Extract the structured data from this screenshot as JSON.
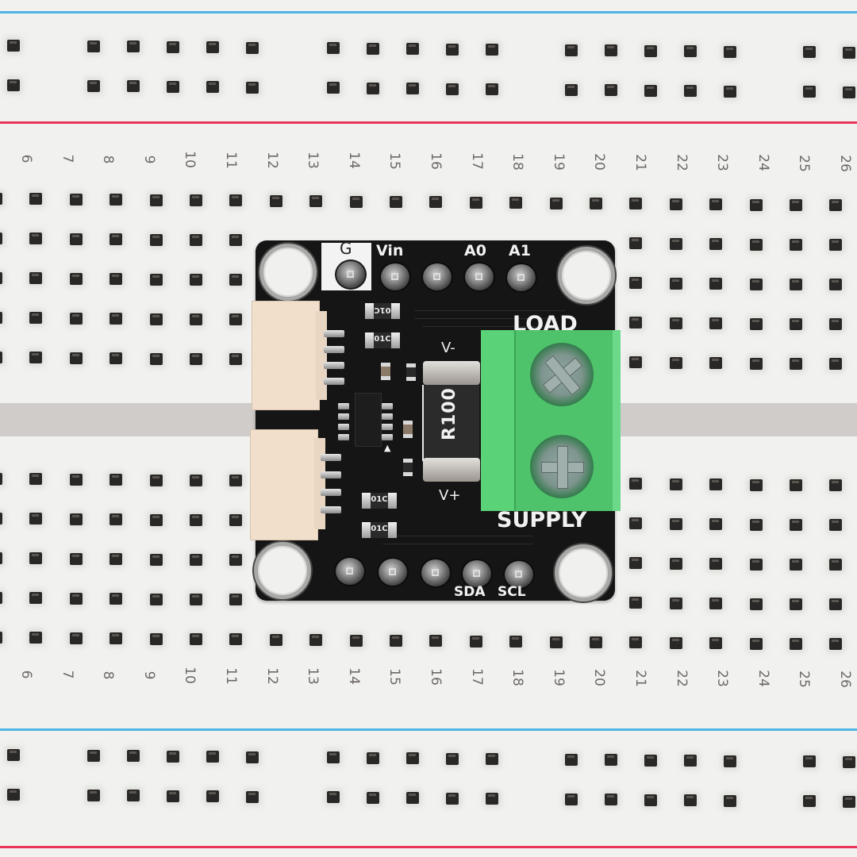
{
  "scene": {
    "description": "Current/voltage sensor breakout board plugged into a white solderless breadboard",
    "colors": {
      "breadboard": "#f1f1ef",
      "channel": "#cfccca",
      "rail_blue": "#4fb4e6",
      "rail_red": "#e8355a",
      "pcb": "#151515",
      "terminal_block": "#4fc36b",
      "jst_connector": "#f1dfcc",
      "silkscreen": "#f2f2f2"
    }
  },
  "breadboard": {
    "column_numbers_top": [
      "6",
      "7",
      "8",
      "9",
      "10",
      "11",
      "12",
      "13",
      "14",
      "15",
      "16",
      "17",
      "18",
      "19",
      "20",
      "21",
      "22",
      "23",
      "24",
      "25",
      "26"
    ],
    "column_numbers_bottom": [
      "6",
      "7",
      "8",
      "9",
      "10",
      "11",
      "12",
      "13",
      "14",
      "15",
      "16",
      "17",
      "18",
      "19",
      "20",
      "21",
      "22",
      "23",
      "24",
      "25",
      "26"
    ]
  },
  "board": {
    "header_top_labels": {
      "g": "G",
      "vin": "Vin",
      "a0": "A0",
      "a1": "A1"
    },
    "header_bottom_labels": {
      "sda": "SDA",
      "scl": "SCL"
    },
    "terminal_labels": {
      "load": "LOAD",
      "supply": "SUPPLY"
    },
    "shunt_labels": {
      "v_minus": "V-",
      "v_plus": "V+",
      "shunt_marking": "R100"
    },
    "resistor_markings": [
      "01C",
      "01C",
      "01C",
      "01C"
    ],
    "ic_pin1_marker": "▲"
  }
}
